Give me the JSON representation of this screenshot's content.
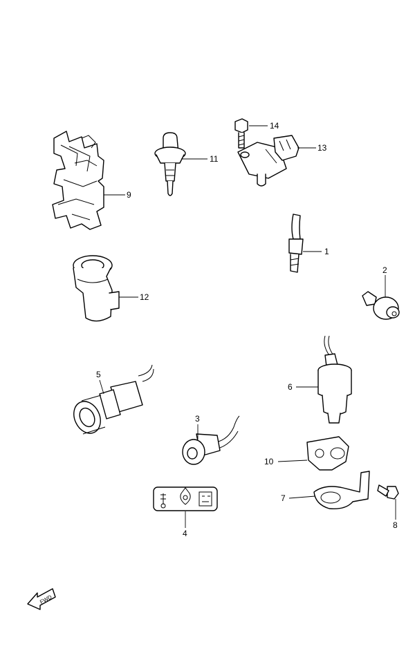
{
  "callouts": [
    {
      "id": "c1",
      "label": "1"
    },
    {
      "id": "c2",
      "label": "2"
    },
    {
      "id": "c3",
      "label": "3"
    },
    {
      "id": "c4",
      "label": "4"
    },
    {
      "id": "c5",
      "label": "5"
    },
    {
      "id": "c6",
      "label": "6"
    },
    {
      "id": "c7",
      "label": "7"
    },
    {
      "id": "c8",
      "label": "8"
    },
    {
      "id": "c9",
      "label": "9"
    },
    {
      "id": "c10",
      "label": "10"
    },
    {
      "id": "c11",
      "label": "11"
    },
    {
      "id": "c12",
      "label": "12"
    },
    {
      "id": "c13",
      "label": "13"
    },
    {
      "id": "c14",
      "label": "14"
    }
  ],
  "direction_arrow": {
    "label": "FWD"
  }
}
